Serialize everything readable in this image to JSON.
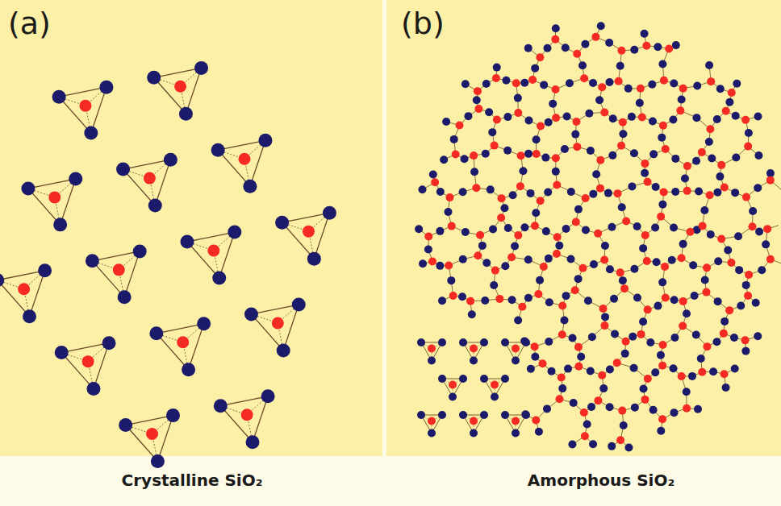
{
  "diagram": {
    "labels": [
      "(a)",
      "(b)",
      "Crystalline SiO₂",
      "Amorphous SiO₂"
    ]
  }
}
